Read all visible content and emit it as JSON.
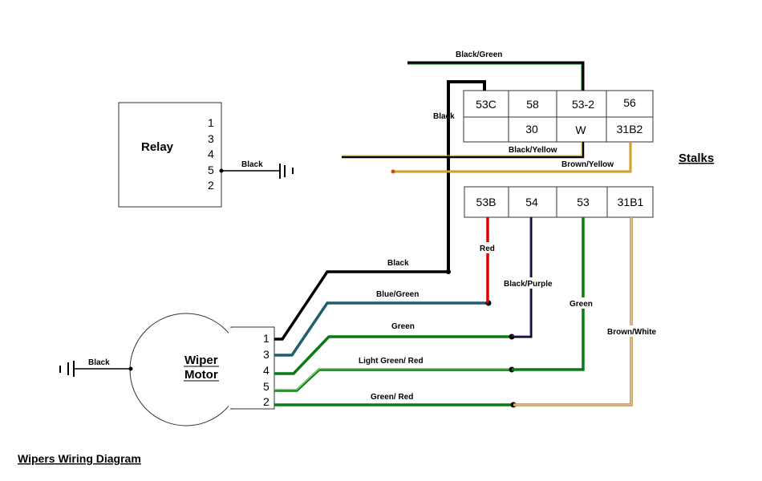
{
  "title": "Wipers Wiring Diagram",
  "stalks_label": "Stalks",
  "relay": {
    "label": "Relay",
    "pins": [
      "1",
      "3",
      "4",
      "5",
      "2"
    ]
  },
  "motor": {
    "label_line1": "Wiper",
    "label_line2": "Motor",
    "pins": [
      "1",
      "3",
      "4",
      "5",
      "2"
    ]
  },
  "stalk_upper": {
    "row1": [
      "53C",
      "58",
      "53-2",
      "56"
    ],
    "row2": [
      "",
      "30",
      "W",
      "31B2"
    ]
  },
  "stalk_lower": {
    "row1": [
      "53B",
      "54",
      "53",
      "31B1"
    ]
  },
  "wires": {
    "black_green": "Black/Green",
    "black_top": "Black",
    "black_yellow": "Black/Yellow",
    "brown_yellow": "Brown/Yellow",
    "black_relay": "Black",
    "black_motor1": "Black",
    "blue_green": "Blue/Green",
    "green_motor4": "Green",
    "light_green_red": "Light Green/ Red",
    "green_red": "Green/ Red",
    "red": "Red",
    "black_purple": "Black/Purple",
    "green_53": "Green",
    "brown_white": "Brown/White",
    "black_ground": "Black"
  },
  "colors": {
    "black": "#000000",
    "dark_green": "#0a7a12",
    "light_green": "#3ecc3e",
    "blue_green": "#1f5f6e",
    "red": "#e00000",
    "purple": "#2a1e78",
    "brown": "#c08a3a",
    "yellow": "#e8c000"
  }
}
